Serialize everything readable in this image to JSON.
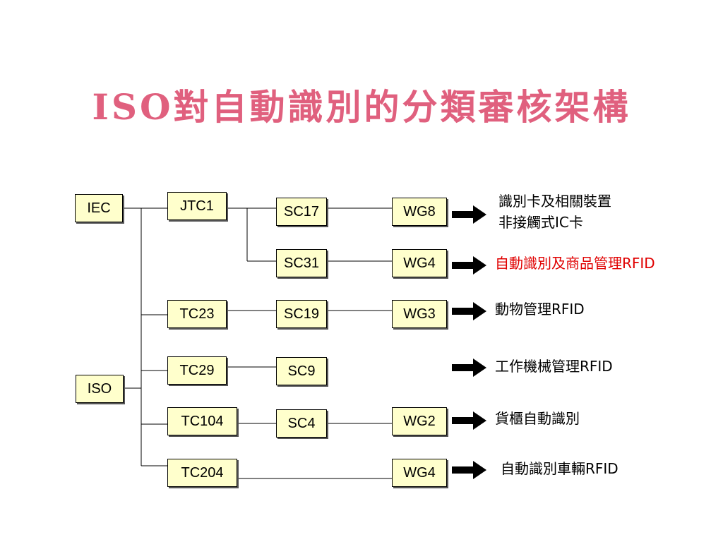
{
  "title": "ISO對自動識別的分類審核架構",
  "nodes": {
    "iec": "IEC",
    "iso": "ISO",
    "jtc1": "JTC1",
    "tc23": "TC23",
    "tc29": "TC29",
    "tc104": "TC104",
    "tc204": "TC204",
    "sc17": "SC17",
    "sc31": "SC31",
    "sc19": "SC19",
    "sc9": "SC9",
    "sc4": "SC4",
    "wg8": "WG8",
    "wg4_sc31": "WG4",
    "wg3": "WG3",
    "wg2": "WG2",
    "wg4_tc204": "WG4"
  },
  "labels": {
    "sc17_line1": "識別卡及相關裝置",
    "sc17_line2": "非接觸式IC卡",
    "sc31": "自動識別及商品管理RFID",
    "sc19": "動物管理RFID",
    "sc9": "工作機械管理RFID",
    "wg2": "貨櫃自動識別",
    "tc204": "自動識別車輛RFID"
  },
  "colors": {
    "title": "#e0607e",
    "box_fill": "#ffffcc",
    "highlight_label": "#e00000"
  }
}
